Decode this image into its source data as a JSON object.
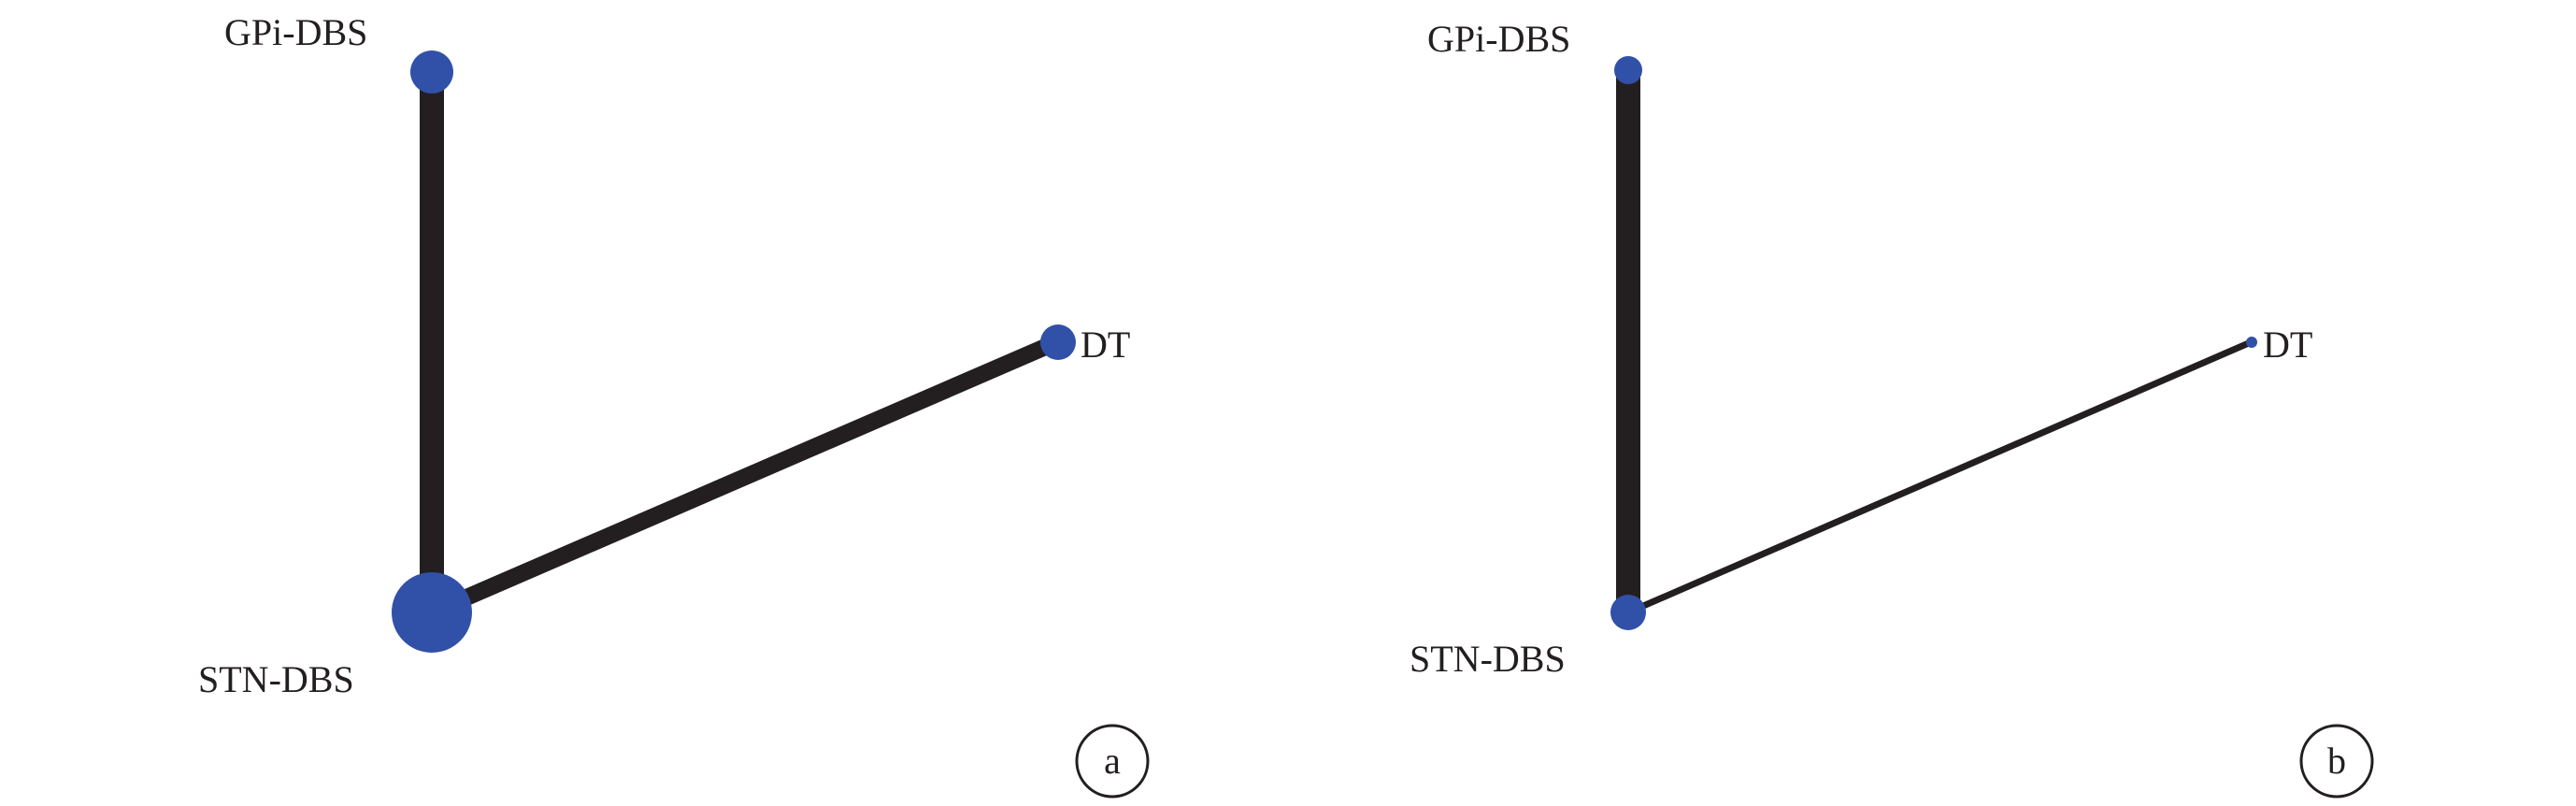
{
  "colors": {
    "edge": "#231f20",
    "node": "#3150a8",
    "text": "#231f20",
    "circle_stroke": "#231f20",
    "background": "#ffffff"
  },
  "panels": [
    {
      "id": "a",
      "letter": "a",
      "nodes": [
        {
          "id": "gpi",
          "label": "GPi-DBS"
        },
        {
          "id": "dt",
          "label": "DT"
        },
        {
          "id": "stn",
          "label": "STN-DBS"
        }
      ],
      "edges": [
        {
          "from": "gpi",
          "to": "stn"
        },
        {
          "from": "stn",
          "to": "dt"
        }
      ]
    },
    {
      "id": "b",
      "letter": "b",
      "nodes": [
        {
          "id": "gpi",
          "label": "GPi-DBS"
        },
        {
          "id": "dt",
          "label": "DT"
        },
        {
          "id": "stn",
          "label": "STN-DBS"
        }
      ],
      "edges": [
        {
          "from": "gpi",
          "to": "stn"
        },
        {
          "from": "stn",
          "to": "dt"
        }
      ]
    }
  ]
}
